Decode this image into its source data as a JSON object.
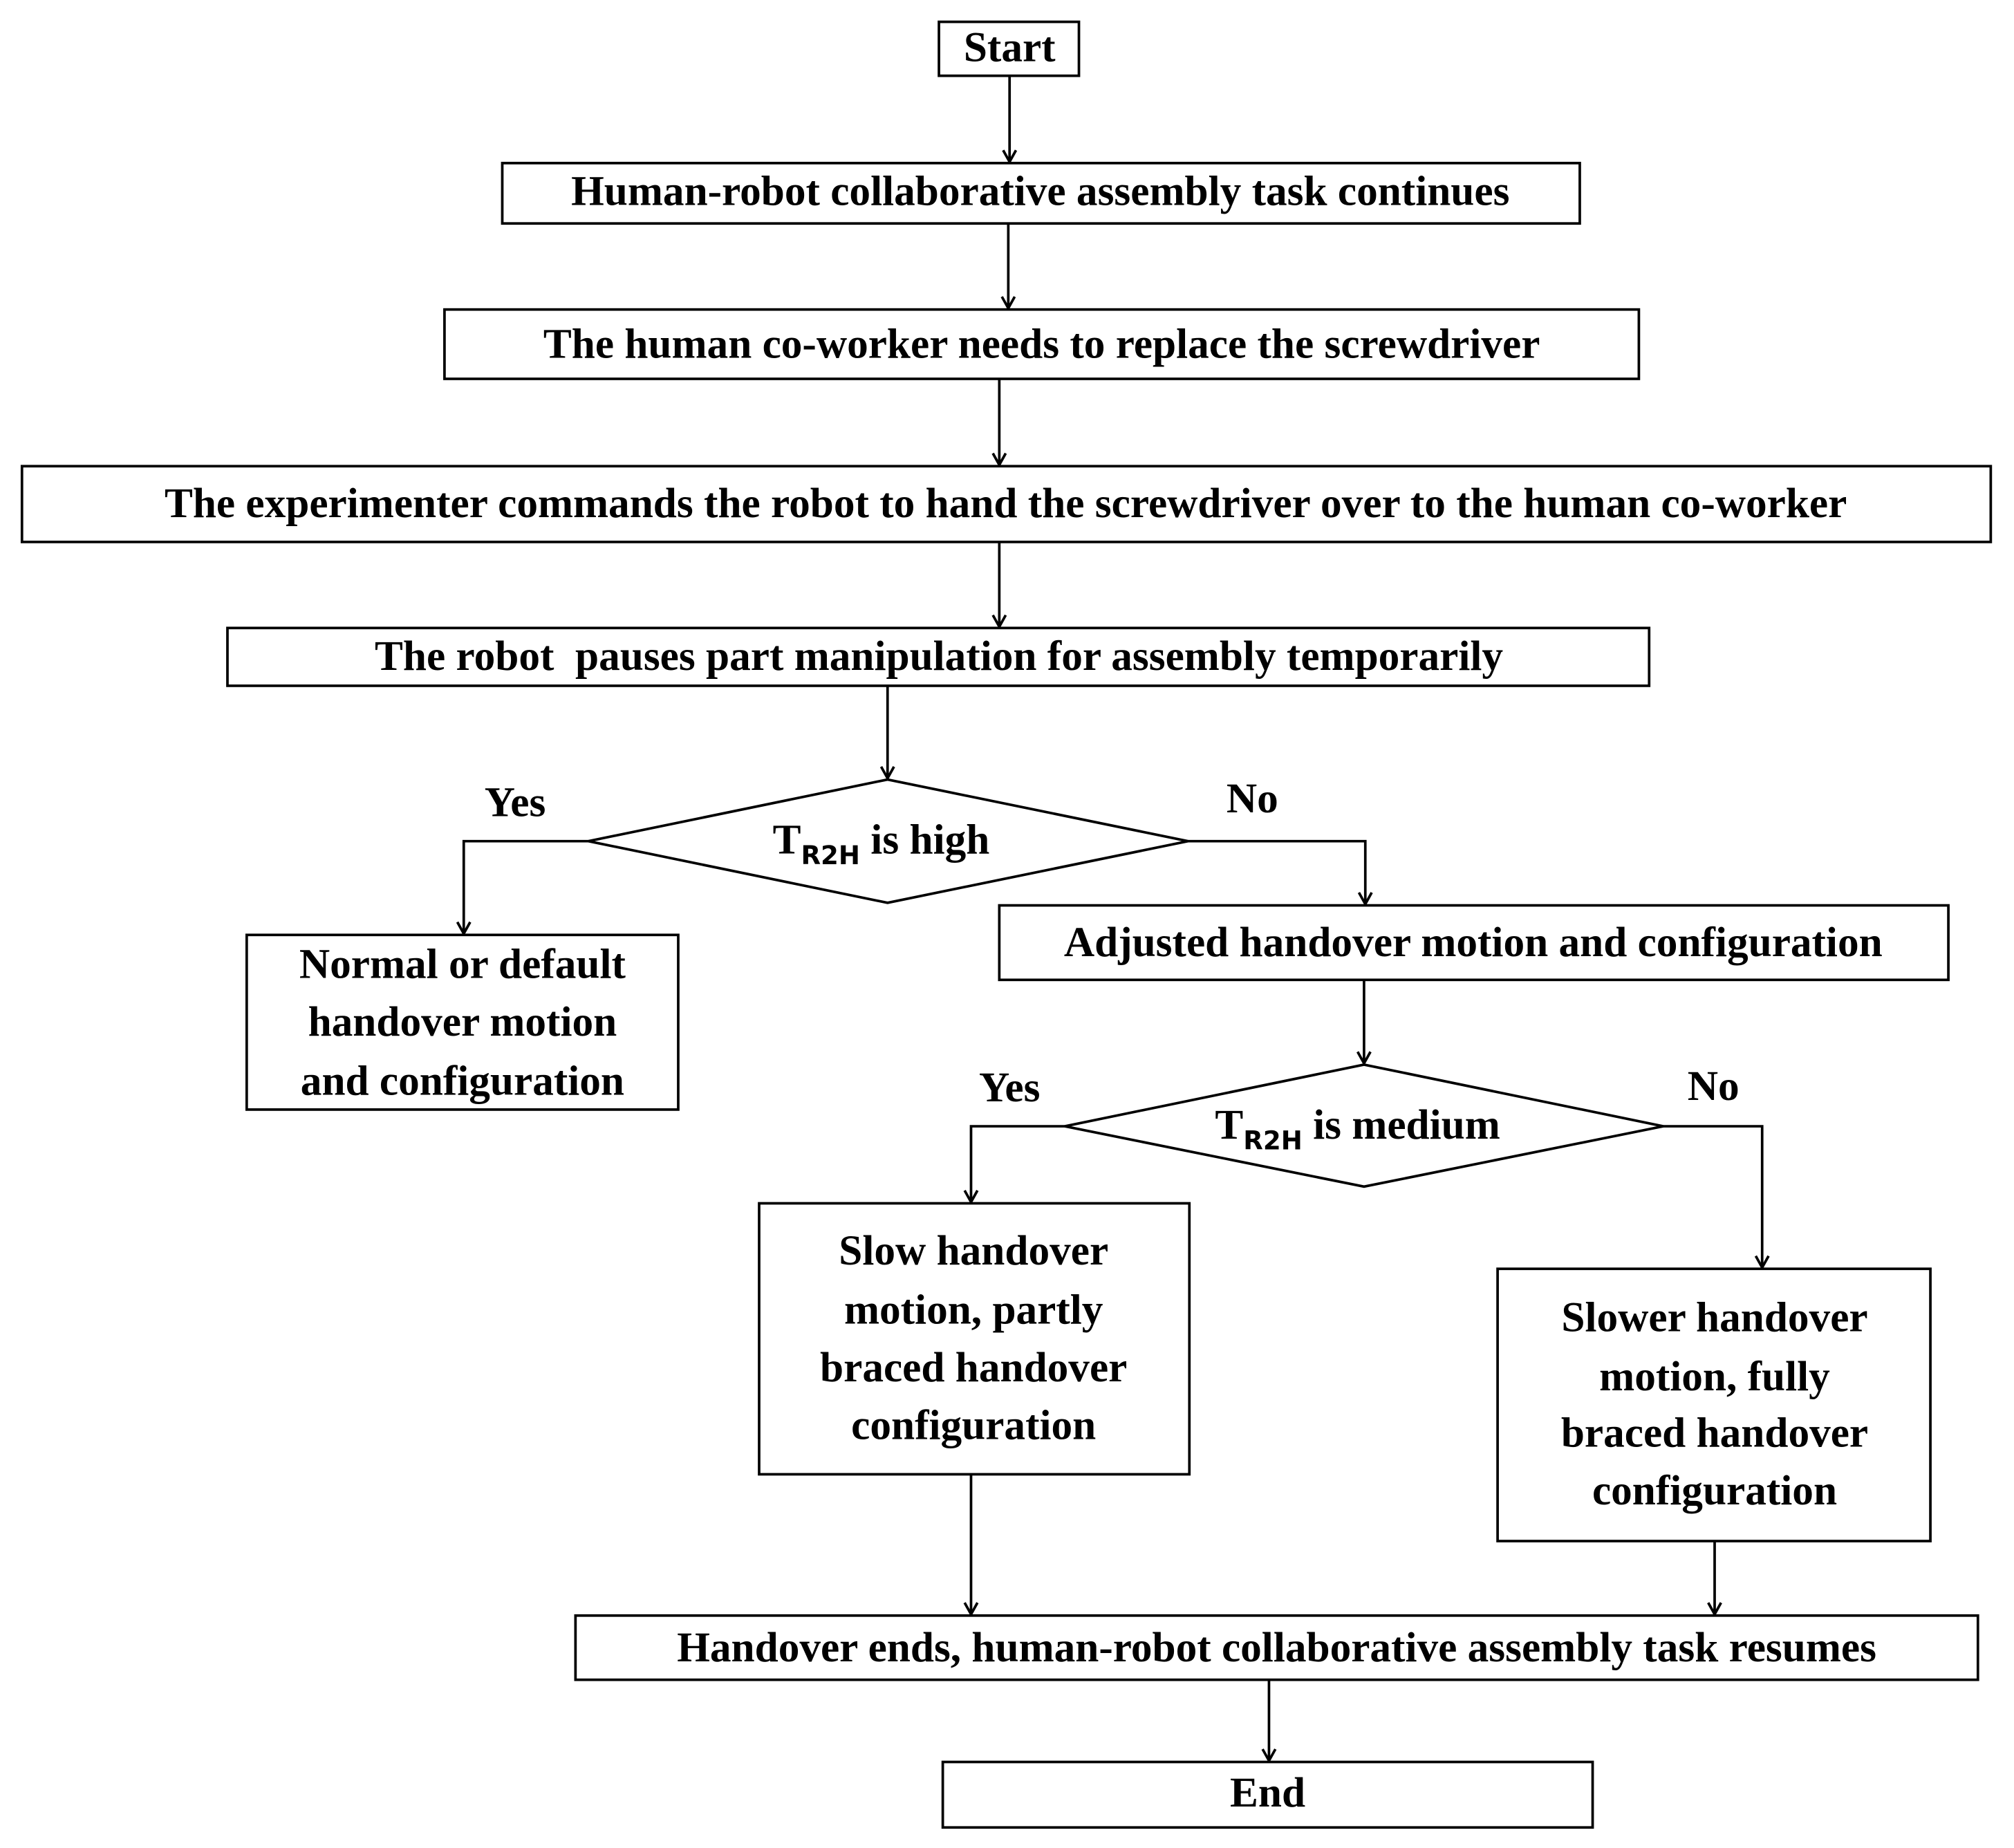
{
  "nodes": {
    "start": "Start",
    "continues": "Human-robot collaborative assembly task continues",
    "needs_replace": "The human co-worker needs to replace the screwdriver",
    "commands": "The experimenter commands the robot to hand the screwdriver over to the human co-worker",
    "pauses": "The robot  pauses part manipulation for assembly temporarily",
    "decision_high": {
      "main": "T",
      "sub": "R2H",
      "rest": " is high"
    },
    "normal": [
      "Normal or default",
      "handover motion",
      "and configuration"
    ],
    "adjusted": "Adjusted handover motion and configuration",
    "decision_medium": {
      "main": "T",
      "sub": "R2H",
      "rest": " is medium"
    },
    "slow": [
      "Slow handover",
      "motion, partly",
      "braced handover",
      "configuration"
    ],
    "slower": [
      "Slower handover",
      "motion, fully",
      "braced handover",
      "configuration"
    ],
    "ends": "Handover ends, human-robot collaborative assembly task resumes",
    "end": "End"
  },
  "labels": {
    "yes1": "Yes",
    "no1": "No",
    "yes2": "Yes",
    "no2": "No"
  }
}
